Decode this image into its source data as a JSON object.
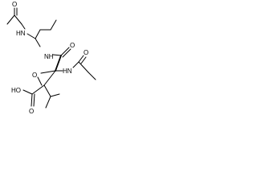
{
  "molecule": {
    "atoms": {
      "amide_nh_top": "HN",
      "oxo_top": "O",
      "amide_nh_mid": "NH",
      "oxo_mid": "O",
      "amide_nh_right": "HN",
      "oxo_right": "O",
      "epoxide_oxygen": "O",
      "hydroxyl": "HO",
      "acid_carbonyl": "O"
    }
  }
}
